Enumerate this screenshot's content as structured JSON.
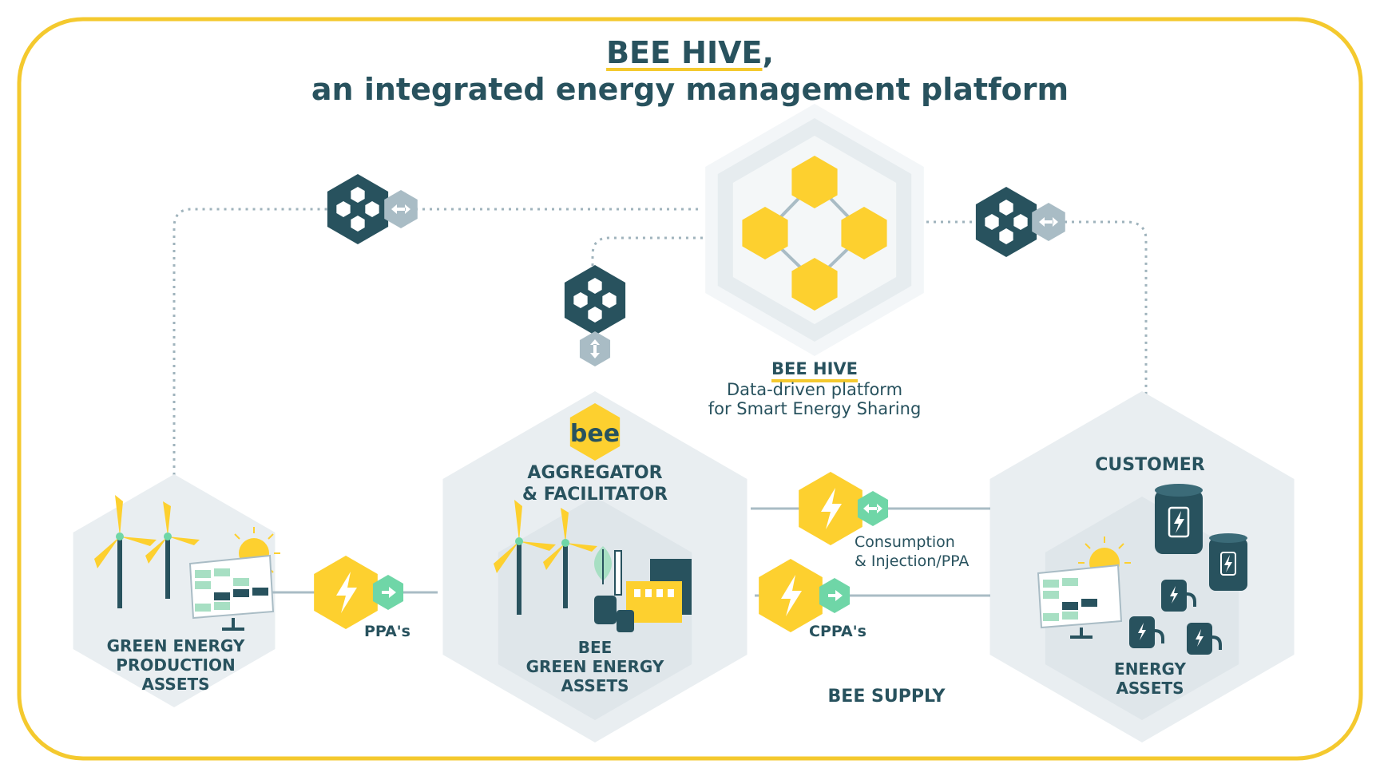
{
  "title": {
    "brand": "BEE HIVE",
    "comma": ",",
    "subtitle": "an integrated energy management platform"
  },
  "hub": {
    "name": "BEE HIVE",
    "line1": "Data-driven platform",
    "line2": "for Smart Energy Sharing"
  },
  "aggregator": {
    "logo": "bee",
    "line1": "AGGREGATOR",
    "line2": "& FACILITATOR"
  },
  "bee_assets": {
    "line1": "BEE",
    "line2": "GREEN ENERGY",
    "line3": "ASSETS"
  },
  "green_production": {
    "line1": "GREEN ENERGY",
    "line2": "PRODUCTION",
    "line3": "ASSETS"
  },
  "customer": {
    "label": "CUSTOMER",
    "assets_line1": "ENERGY",
    "assets_line2": "ASSETS"
  },
  "flows": {
    "ppa": "PPA's",
    "consumption_line1": "Consumption",
    "consumption_line2": "& Injection/PPA",
    "cppa": "CPPA's"
  },
  "footer": {
    "bee_supply": "BEE SUPPLY"
  },
  "colors": {
    "frame": "#f4c92e",
    "dark": "#28525e",
    "yellow": "#fdd02f",
    "green": "#6fd6a7",
    "hex_bg": "#e9eef1",
    "hex_bg2": "#dfe6ea",
    "grey_icon": "#a9bcc5"
  },
  "icons": [
    "connector-hex-icon",
    "double-arrow-icon",
    "lightning-icon",
    "play-arrow-icon",
    "wind-turbine-icon",
    "sun-icon",
    "solar-panel-icon",
    "battery-icon",
    "leaf-icon",
    "factory-icon"
  ]
}
